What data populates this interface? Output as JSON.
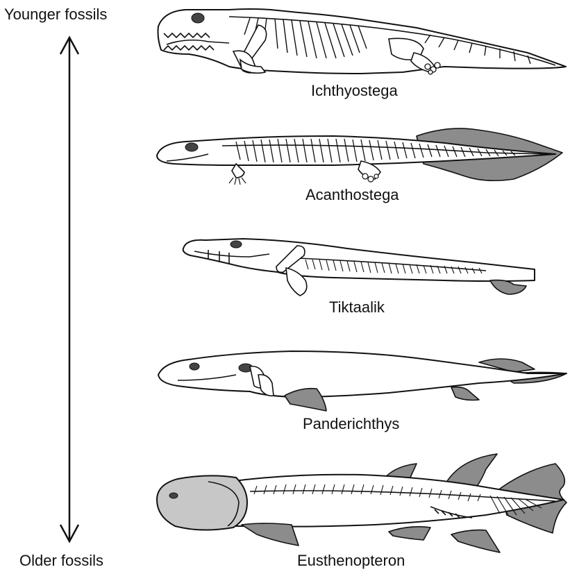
{
  "axis": {
    "top_label": "Younger fossils",
    "bottom_label": "Older fossils"
  },
  "fossils": [
    {
      "name": "Ichthyostega"
    },
    {
      "name": "Acanthostega"
    },
    {
      "name": "Tiktaalik"
    },
    {
      "name": "Panderichthys"
    },
    {
      "name": "Eusthenopteron"
    }
  ],
  "colors": {
    "outline": "#111111",
    "fin_fill": "#8c8c8c",
    "head_fill": "#c7c7c7",
    "eye": "#444444",
    "background": "#ffffff"
  },
  "icons": {
    "time_arrow": "double-headed-vertical-arrow"
  }
}
